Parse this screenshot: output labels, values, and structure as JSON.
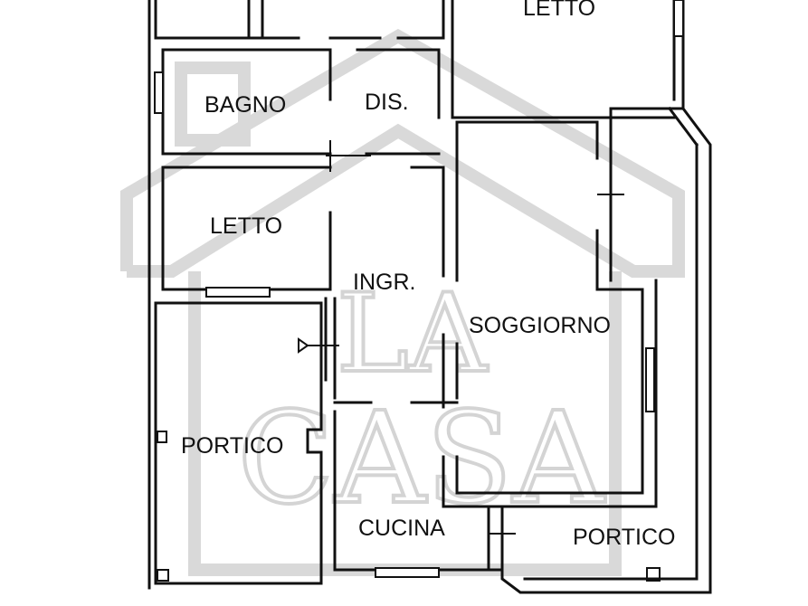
{
  "rooms": {
    "letto_top": "LETTO",
    "bagno": "BAGNO",
    "dis": "DIS.",
    "letto_left": "LETTO",
    "ingr": "INGR.",
    "soggiorno": "SOGGIORNO",
    "portico_left": "PORTICO",
    "cucina": "CUCINA",
    "portico_right": "PORTICO"
  },
  "watermark": {
    "line1": "LA",
    "line2": "CASA"
  },
  "colors": {
    "walls": "#111111",
    "watermark": "#d9d9d9",
    "background": "#ffffff"
  }
}
